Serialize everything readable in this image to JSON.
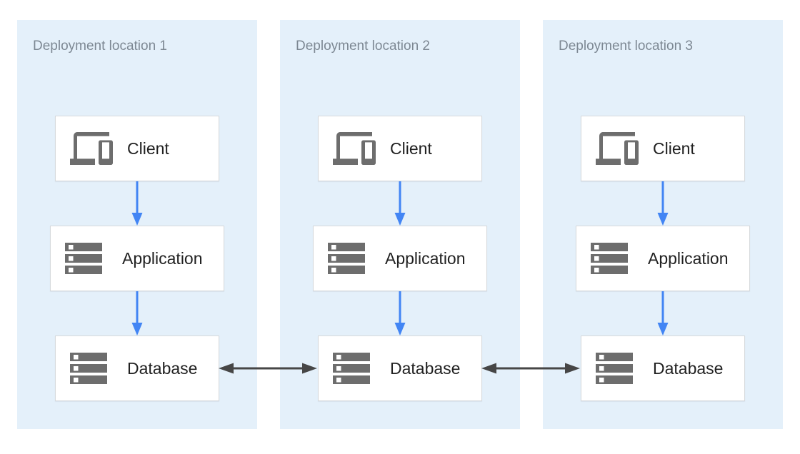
{
  "colors": {
    "page-bg": "#ffffff",
    "panel-bg": "#e4f0fa",
    "panel-title-text": "#7d8893",
    "box-bg": "#ffffff",
    "box-border": "#d6d9dc",
    "label-text": "#212121",
    "icon": "#6d6d6d",
    "flow-arrow": "#4285f4",
    "sync-arrow": "#464646"
  },
  "panels": [
    {
      "title": "Deployment location 1",
      "nodes": [
        {
          "id": "client",
          "label": "Client",
          "icon": "devices-icon"
        },
        {
          "id": "application",
          "label": "Application",
          "icon": "server-stack-icon"
        },
        {
          "id": "database",
          "label": "Database",
          "icon": "server-stack-icon"
        }
      ]
    },
    {
      "title": "Deployment location 2",
      "nodes": [
        {
          "id": "client",
          "label": "Client",
          "icon": "devices-icon"
        },
        {
          "id": "application",
          "label": "Application",
          "icon": "server-stack-icon"
        },
        {
          "id": "database",
          "label": "Database",
          "icon": "server-stack-icon"
        }
      ]
    },
    {
      "title": "Deployment location 3",
      "nodes": [
        {
          "id": "client",
          "label": "Client",
          "icon": "devices-icon"
        },
        {
          "id": "application",
          "label": "Application",
          "icon": "server-stack-icon"
        },
        {
          "id": "database",
          "label": "Database",
          "icon": "server-stack-icon"
        }
      ]
    }
  ],
  "connections": {
    "within_each_location": [
      {
        "from": "Client",
        "to": "Application",
        "style": "blue one-way down"
      },
      {
        "from": "Application",
        "to": "Database",
        "style": "blue one-way down"
      }
    ],
    "between_locations": [
      {
        "from": "Database (location 1)",
        "to": "Database (location 2)",
        "style": "dark two-way"
      },
      {
        "from": "Database (location 2)",
        "to": "Database (location 3)",
        "style": "dark two-way"
      }
    ]
  }
}
